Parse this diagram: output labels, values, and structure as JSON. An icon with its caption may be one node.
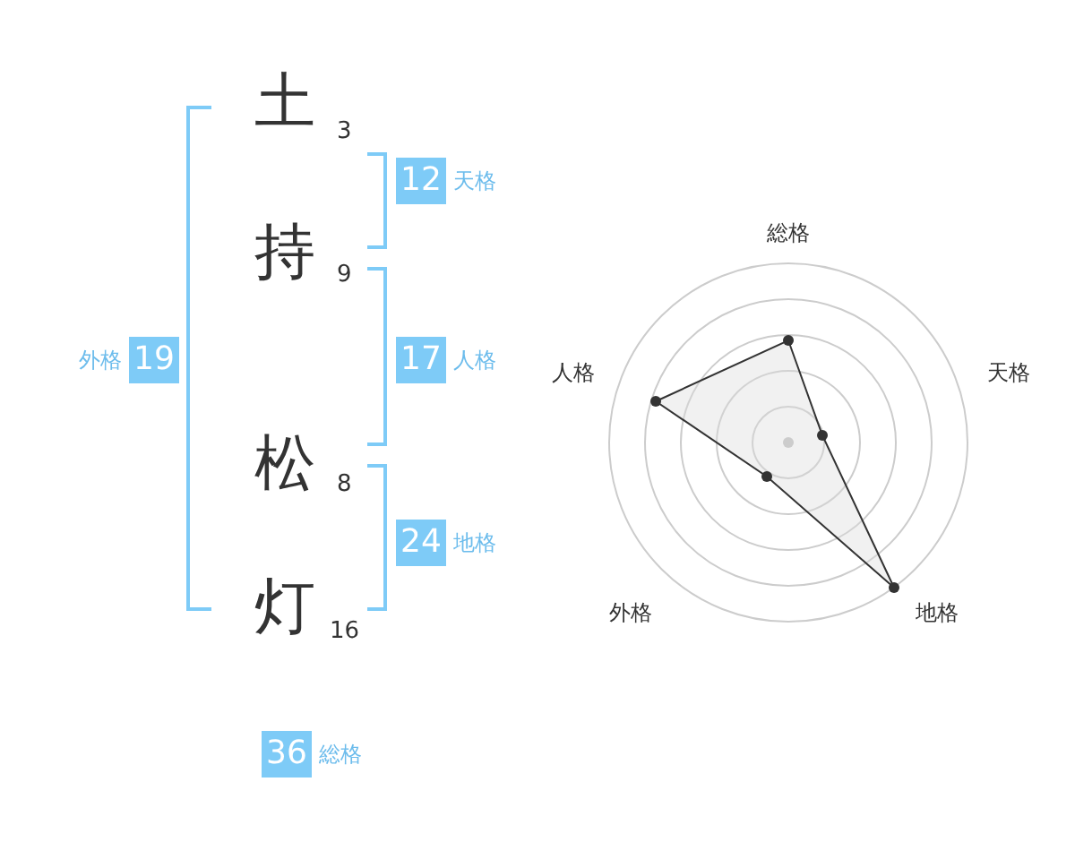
{
  "diagram": {
    "nodes": [
      {
        "text": [
          "12"
        ],
        "beside": [
          "天格"
        ]
      },
      {
        "text": [
          "19"
        ],
        "beside": [
          "外格"
        ]
      },
      {
        "text": [
          "17"
        ],
        "beside": [
          "人格"
        ]
      },
      {
        "text": [
          "24"
        ],
        "beside": [
          "地格"
        ]
      },
      {
        "text": [
          "36"
        ],
        "beside": [
          "総格"
        ]
      }
    ],
    "labels": [
      "土",
      "3",
      "持",
      "9",
      "松",
      "8",
      "灯",
      "16",
      "総格",
      "天格",
      "人格",
      "外格",
      "地格"
    ]
  }
}
